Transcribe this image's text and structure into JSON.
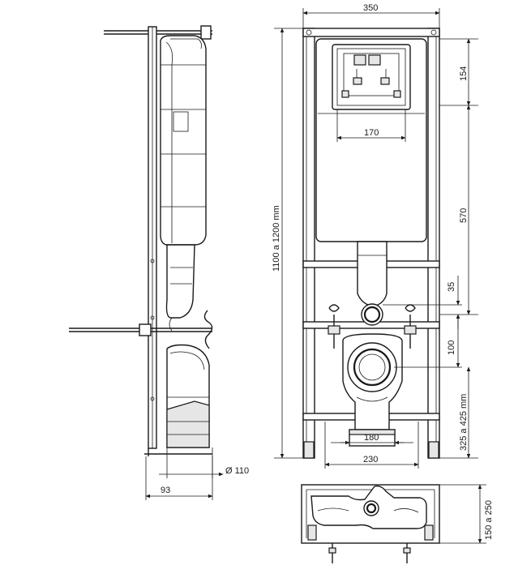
{
  "dimensions": {
    "width_top": "350",
    "height_154": "154",
    "width_170": "170",
    "height_570": "570",
    "total_height": "1100 a 1200 mm",
    "height_35": "35",
    "height_100": "100",
    "height_325": "325 a 425 mm",
    "width_180": "180",
    "width_230": "230",
    "diameter_110": "Ø 110",
    "depth_93": "93",
    "depth_150": "150 a 250"
  }
}
